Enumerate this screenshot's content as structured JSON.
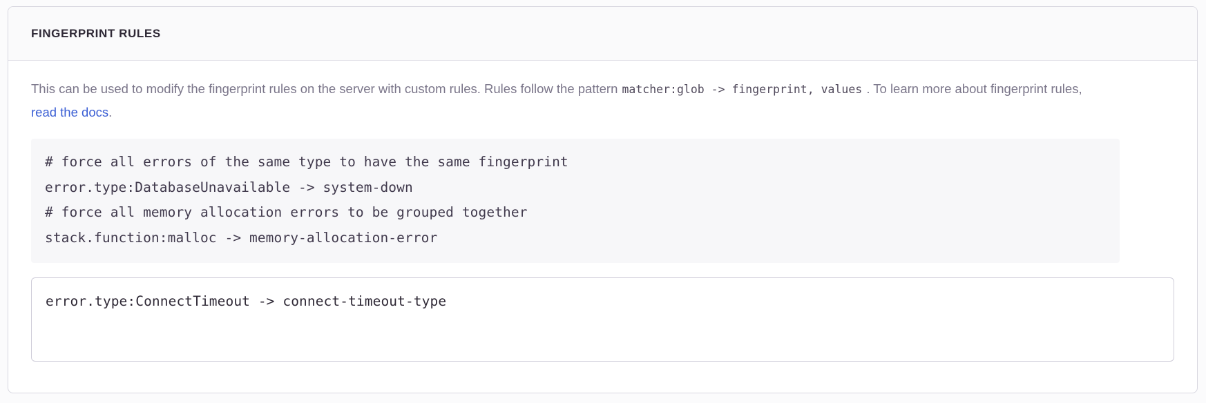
{
  "panel": {
    "title": "FINGERPRINT RULES",
    "description": {
      "lead": "This can be used to modify the fingerprint rules on the server with custom rules. Rules follow the pattern ",
      "pattern_code": "matcher:glob -> fingerprint, values",
      "mid": " . To learn more about fingerprint rules, ",
      "link_label": "read the docs",
      "trailing": "."
    },
    "example_code": {
      "lines": [
        "# force all errors of the same type to have the same fingerprint",
        "error.type:DatabaseUnavailable -> system-down",
        "# force all memory allocation errors to be grouped together",
        "stack.function:malloc -> memory-allocation-error"
      ]
    },
    "rules_input": {
      "value": "error.type:ConnectTimeout -> connect-timeout-type",
      "placeholder": ""
    }
  },
  "colors": {
    "page_background": "#fbfbfc",
    "panel_background": "#ffffff",
    "panel_border": "#d8d7e0",
    "header_background": "#fafafb",
    "title_text": "#2f2936",
    "description_text": "#7a7589",
    "code_text": "#413a4d",
    "code_block_background": "#f7f7f9",
    "link": "#3b5fd4",
    "input_border": "#cfcdd9",
    "input_text": "#2f2936"
  }
}
